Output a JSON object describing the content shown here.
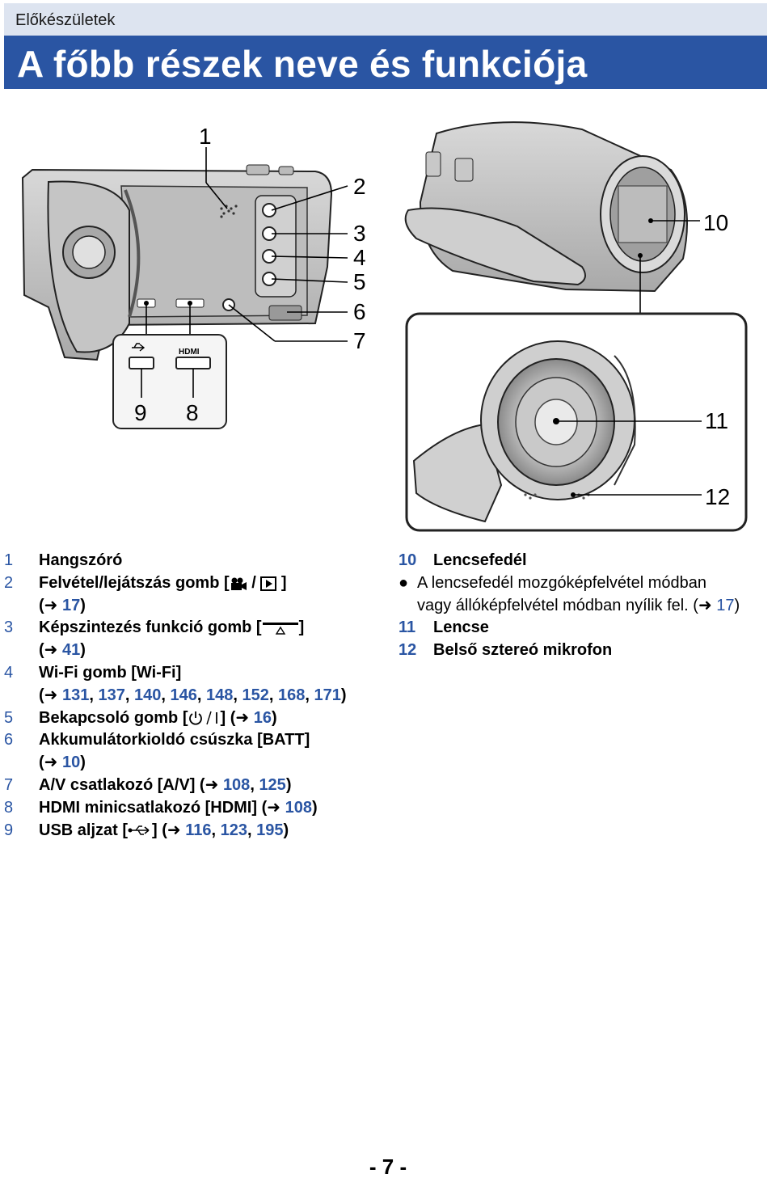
{
  "header": {
    "breadcrumb": "Előkészületek",
    "title": "A főbb részek neve és funkciója"
  },
  "figure": {
    "callouts": [
      "1",
      "2",
      "3",
      "4",
      "5",
      "6",
      "7",
      "8",
      "9",
      "10",
      "11",
      "12"
    ],
    "hdmi_logo": "HDMI"
  },
  "left_list": [
    {
      "num": "1",
      "label": "Hangszóró"
    },
    {
      "num": "2",
      "label_a": "Felvétel/lejátszás gomb [",
      "label_sep": " / ",
      "label_b": " ]",
      "open": "(",
      "pages": [
        "17"
      ],
      "close": ")"
    },
    {
      "num": "3",
      "label_a": "Képszintezés funkció gomb [",
      "label_b": "]",
      "open": "(",
      "pages": [
        "41"
      ],
      "close": ")"
    },
    {
      "num": "4",
      "label": "Wi-Fi gomb [Wi-Fi]",
      "open": "(",
      "pages": [
        "131",
        "137",
        "140",
        "146",
        "148",
        "152",
        "168",
        "171"
      ],
      "close": ")"
    },
    {
      "num": "5",
      "label_a": "Bekapcsoló gomb [",
      "label_b": "] (",
      "pages": [
        "16"
      ],
      "close": ")"
    },
    {
      "num": "6",
      "label": "Akkumulátorkioldó csúszka [BATT]",
      "open": "(",
      "pages": [
        "10"
      ],
      "close": ")"
    },
    {
      "num": "7",
      "label": "A/V csatlakozó [A/V] (",
      "pages": [
        "108",
        "125"
      ],
      "close": ")"
    },
    {
      "num": "8",
      "label": "HDMI minicsatlakozó [HDMI] (",
      "pages": [
        "108"
      ],
      "close": ")"
    },
    {
      "num": "9",
      "label_a": "USB aljzat [",
      "label_b": "] (",
      "pages": [
        "116",
        "123",
        "195"
      ],
      "close": ")"
    }
  ],
  "right_list": [
    {
      "num": "10",
      "label": "Lencsefedél"
    },
    {
      "bullet": "●",
      "text_line1": "A lencsefedél mozgóképfelvétel módban",
      "text_line2": "vagy állóképfelvétel módban nyílik fel. (",
      "pages": [
        "17"
      ],
      "close": ")"
    },
    {
      "num": "11",
      "label": "Lencse"
    },
    {
      "num": "12",
      "label": "Belső sztereó mikrofon"
    }
  ],
  "arrow_glyph": "➜",
  "comma": ", ",
  "page_number": "- 7 -",
  "colors": {
    "accent": "#2a55a3",
    "crumb_bg": "#dde4f0"
  }
}
